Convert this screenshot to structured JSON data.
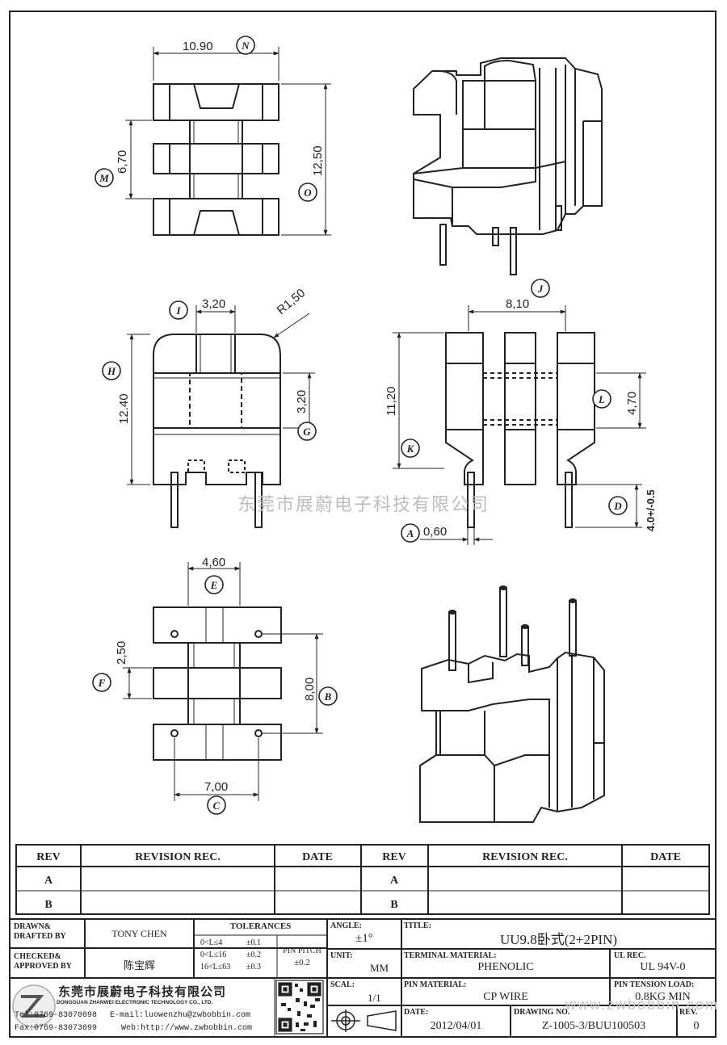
{
  "watermark": "东莞市展蔚电子科技有限公司",
  "dims": {
    "N": "10.90",
    "M": "6,70",
    "O": "12,50",
    "I": "3,20",
    "R": "R1,50",
    "H": "12.40",
    "G": "3,20",
    "J": "8,10",
    "K": "11,20",
    "L": "4,70",
    "D": "4.0+/-0.5",
    "A": "0,60",
    "E": "4,60",
    "F": "2,50",
    "B": "8,00",
    "C": "7,00"
  },
  "labels": {
    "N": "N",
    "M": "M",
    "O": "O",
    "I": "I",
    "H": "H",
    "G": "G",
    "J": "J",
    "K": "K",
    "L": "L",
    "D": "D",
    "A": "A",
    "E": "E",
    "F": "F",
    "B": "B",
    "C": "C"
  },
  "revision": {
    "headers": [
      "REV",
      "REVISION REC.",
      "DATE",
      "REV",
      "REVISION REC.",
      "DATE"
    ],
    "rows": [
      "A",
      "B"
    ]
  },
  "titleblock": {
    "drawn_label": "DRAWN&\nDRAFTED BY",
    "drawn_value": "TONY CHEN",
    "checked_label": "CHECKED&\nAPPROVED BY",
    "checked_value": "陈宝辉",
    "tolerances_label": "TOLERANCES",
    "tol_rows": [
      [
        "0<L≤4",
        "±0.1"
      ],
      [
        "0<L≤16",
        "±0.2"
      ],
      [
        "16<L≤63",
        "±0.3"
      ]
    ],
    "pin_pitch_label": "PIN PITCH",
    "pin_pitch_value": "±0.2",
    "angle_label": "ANGLE:",
    "angle_value": "±1°",
    "unit_label": "UNIT:",
    "unit_value": "MM",
    "scale_label": "SCAL:",
    "scale_value": "1/1",
    "title_label": "TITLE:",
    "title_value": "UU9.8卧式(2+2PIN)",
    "terminal_label": "TERMINAL MATERIAL:",
    "terminal_value": "PHENOLIC",
    "ul_label": "UL REC.",
    "ul_value": "UL 94V-0",
    "pin_mat_label": "PIN MATERIAL:",
    "pin_mat_value": "CP WIRE",
    "tension_label": "PIN TENSION LOAD:",
    "tension_value": "0.8KG MIN",
    "date_label": "DATE:",
    "date_value": "2012/04/01",
    "drawing_label": "DRAWING NO.",
    "drawing_value": "Z-1005-3/BUU100503",
    "rev_label": "REV.",
    "rev_value": "0",
    "company_cn": "东莞市展蔚电子科技有限公司",
    "company_en": "DONGGUAN ZHANWEI ELECTRONIC TECHNOLOGY CO., LTD.",
    "tel": "Tel:0769-83070098",
    "email": "E-mail:luowenzhu@zwbobbin.com",
    "fax": "Fax:0769-83073099",
    "web": "Web:http://www.zwbobbin.com",
    "site_watermark": "www.zwbobbin.com"
  }
}
